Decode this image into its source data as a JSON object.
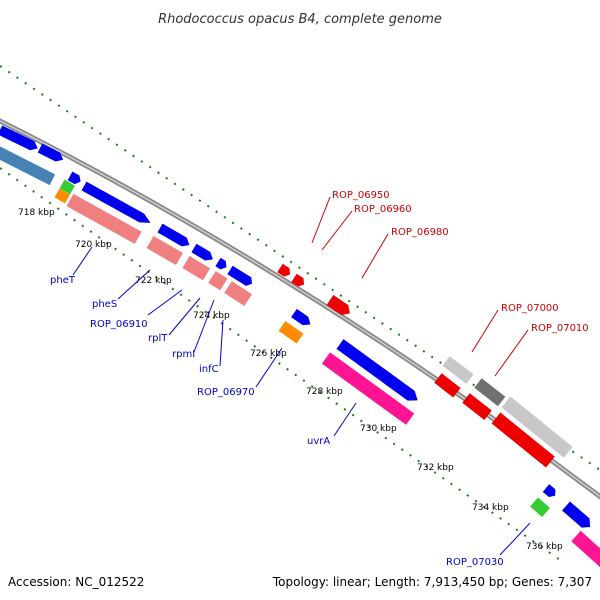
{
  "title": "Rhodococcus opacus B4, complete genome",
  "footer": {
    "accession": "Accession: NC_012522",
    "summary": "Topology: linear; Length: 7,913,450 bp; Genes: 7,307"
  },
  "colors": {
    "background": "#ffffff",
    "backbone": "#8c8c8c",
    "tick_dots": "#1f7a1f",
    "label_blue": "#0000cc",
    "label_red": "#cc0000"
  },
  "scale_ticks": [
    "718 kbp",
    "720 kbp",
    "722 kbp",
    "724 kbp",
    "726 kbp",
    "728 kbp",
    "730 kbp",
    "732 kbp",
    "734 kbp",
    "736 kbp"
  ],
  "gene_labels": {
    "blue": [
      "pheT",
      "pheS",
      "ROP_06910",
      "rplT",
      "rpmI",
      "infC",
      "ROP_06970",
      "uvrA",
      "ROP_07030"
    ],
    "red": [
      "ROP_06950",
      "ROP_06960",
      "ROP_06980",
      "ROP_07000",
      "ROP_07010"
    ]
  }
}
